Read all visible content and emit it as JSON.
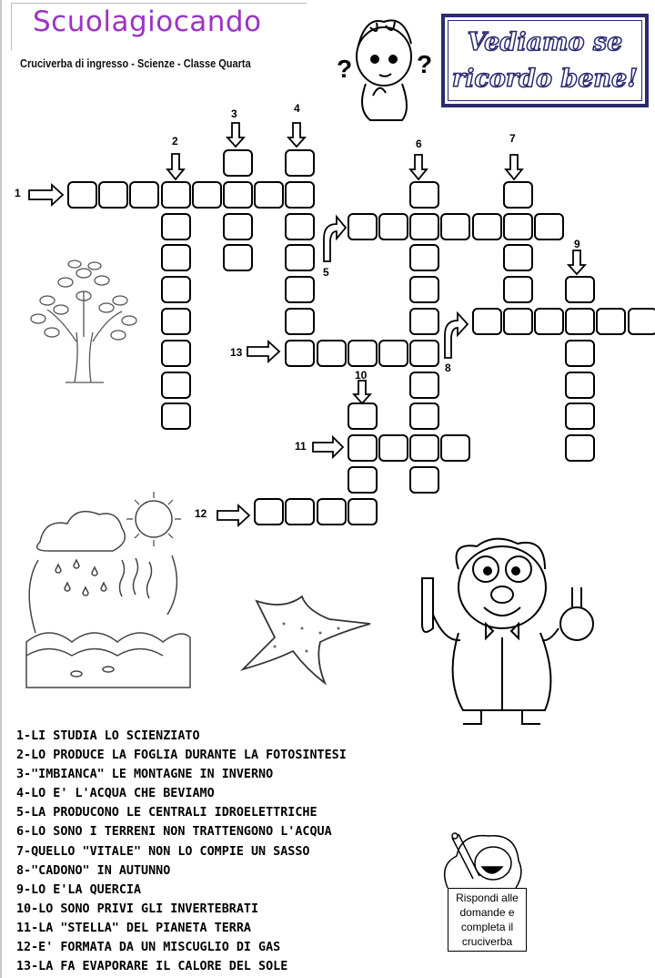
{
  "header": {
    "logo": "Scuolagiocando",
    "subtitle": "Cruciverba di ingresso - Scienze - Classe Quarta",
    "stamp_line1": "Vediamo se",
    "stamp_line2": "ricordo bene!"
  },
  "crossword": {
    "words": [
      {
        "n": "1",
        "dir": "across",
        "row": 1,
        "col": 0,
        "len": 8
      },
      {
        "n": "2",
        "dir": "down",
        "row": 1,
        "col": 3,
        "len": 8
      },
      {
        "n": "3",
        "dir": "down",
        "row": 0,
        "col": 5,
        "len": 4
      },
      {
        "n": "4",
        "dir": "down",
        "row": 0,
        "col": 7,
        "len": 7
      },
      {
        "n": "5",
        "dir": "across",
        "row": 2,
        "col": 9,
        "len": 7
      },
      {
        "n": "6",
        "dir": "down",
        "row": 1,
        "col": 11,
        "len": 10
      },
      {
        "n": "7",
        "dir": "down",
        "row": 1,
        "col": 14,
        "len": 5
      },
      {
        "n": "8",
        "dir": "across",
        "row": 5,
        "col": 13,
        "len": 6
      },
      {
        "n": "9",
        "dir": "down",
        "row": 4,
        "col": 16,
        "len": 6
      },
      {
        "n": "10",
        "dir": "down",
        "row": 8,
        "col": 9,
        "len": 4
      },
      {
        "n": "11",
        "dir": "across",
        "row": 9,
        "col": 9,
        "len": 4
      },
      {
        "n": "12",
        "dir": "across",
        "row": 11,
        "col": 6,
        "len": 4
      },
      {
        "n": "13",
        "dir": "across",
        "row": 6,
        "col": 7,
        "len": 5
      }
    ]
  },
  "clues": [
    "1-LI STUDIA LO SCIENZIATO",
    "2-LO PRODUCE LA FOGLIA DURANTE LA FOTOSINTESI",
    "3-\"IMBIANCA\" LE MONTAGNE IN INVERNO",
    "4-LO E' L'ACQUA CHE BEVIAMO",
    "5-LA PRODUCONO LE CENTRALI IDROELETTRICHE",
    "6-LO SONO I TERRENI NON TRATTENGONO L'ACQUA",
    "7-QUELLO \"VITALE\" NON LO COMPIE UN SASSO",
    "8-\"CADONO\" IN AUTUNNO",
    "9-LO E'LA QUERCIA",
    "10-LO SONO PRIVI GLI INVERTEBRATI",
    "11-LA \"STELLA\" DEL PIANETA TERRA",
    "12-E' FORMATA DA UN MISCUGLIO DI GAS",
    "13-LA FA EVAPORARE IL CALORE DEL SOLE"
  ],
  "note": "Rispondi alle domande e completa il cruciverba",
  "colors": {
    "logo": "#9b33c6",
    "stamp": "#2a2a6e"
  }
}
